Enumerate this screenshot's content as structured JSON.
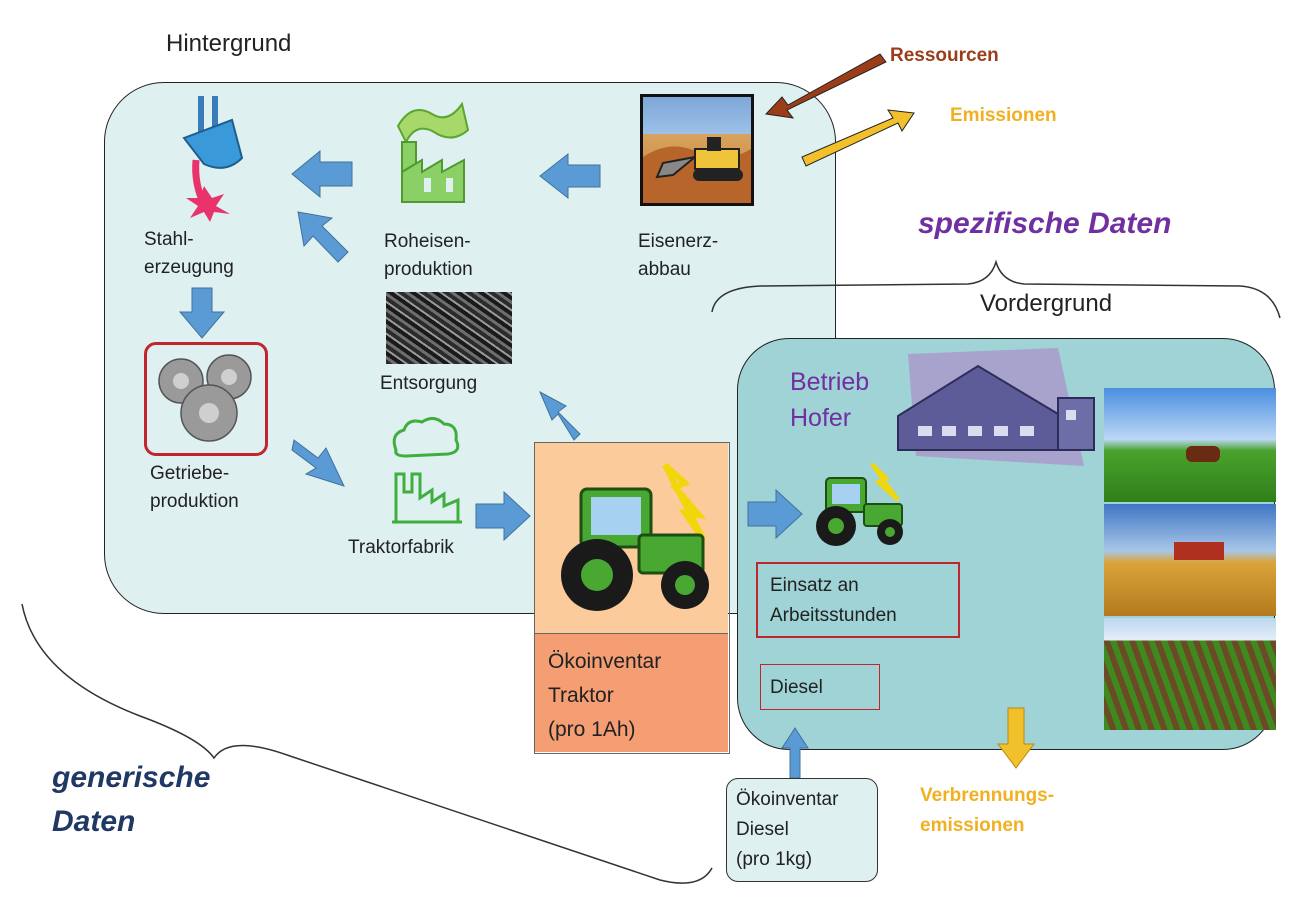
{
  "labels": {
    "hintergrund": "Hintergrund",
    "ressourcen": "Ressourcen",
    "emissionen": "Emissionen",
    "spezifische_daten": "spezifische Daten",
    "vordergrund": "Vordergrund",
    "stahl_1": "Stahl-",
    "stahl_2": "erzeugung",
    "roheisen_1": "Roheisen-",
    "roheisen_2": "produktion",
    "eisenerz_1": "Eisenerz-",
    "eisenerz_2": "abbau",
    "entsorgung": "Entsorgung",
    "getriebe_1": "Getriebe-",
    "getriebe_2": "produktion",
    "traktorfabrik": "Traktorfabrik",
    "betrieb_1": "Betrieb",
    "betrieb_2": "Hofer",
    "oeko_traktor_1": "Ökoinventar",
    "oeko_traktor_2": "Traktor",
    "oeko_traktor_3": "(pro 1Ah)",
    "einsatz_1": "Einsatz an",
    "einsatz_2": "Arbeitsstunden",
    "diesel": "Diesel",
    "oeko_diesel_1": "Ökoinventar",
    "oeko_diesel_2": "Diesel",
    "oeko_diesel_3": "(pro 1kg)",
    "verbrennung_1": "Verbrennungs-",
    "verbrennung_2": "emissionen",
    "generische_1": "generische",
    "generische_2": "Daten"
  },
  "colors": {
    "background_panel": "#dff0f1",
    "foreground_panel": "#9fd3d6",
    "flow_arrow": "#5b9bd5",
    "ressourcen": "#9c3d1a",
    "emissionen": "#f2b020",
    "spezifische": "#7030a0",
    "generische": "#1f3864",
    "betrieb": "#7030a0",
    "highlight_border": "#c0262d",
    "traktor_top": "#fbcb9c",
    "traktor_bottom": "#f59e74"
  },
  "icons": [
    "pouring-steel-icon",
    "factory-icon",
    "mining-excavator-icon",
    "scrap-pile-photo",
    "gears-icon",
    "factory-outline-icon",
    "tractor-icon",
    "barn-icon",
    "cattle-field-photo",
    "combine-harvester-photo",
    "crop-rows-photo"
  ]
}
